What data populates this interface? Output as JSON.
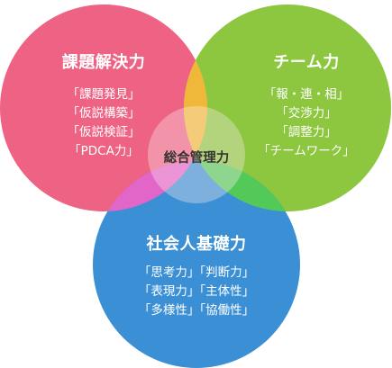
{
  "colors": {
    "problem_solving": "#ee6383",
    "team": "#8dc63f",
    "social": "#3b8fd4",
    "overlap_problem_team": "#f0b83a",
    "overlap_problem_social": "#e266c8",
    "overlap_team_social": "#53c95a",
    "overlap_center": "#fdeef2",
    "center_text": "#333333",
    "label_text": "#ffffff"
  },
  "diagram": {
    "problem_solving": {
      "title": "課題解決力",
      "items": [
        "「課題発見」",
        "「仮説構築」",
        "「仮説検証」",
        "「PDCA力」"
      ]
    },
    "team": {
      "title": "チーム力",
      "items": [
        "「報・連・相」",
        "「交渉力」",
        "「調整力」",
        "「チームワーク」"
      ]
    },
    "social": {
      "title": "社会人基礎力",
      "items": [
        "「思考力」「判断力」",
        "「表現力」「主体性」",
        "「多様性」「協働性」"
      ]
    },
    "center": {
      "label": "総合管理力"
    }
  }
}
